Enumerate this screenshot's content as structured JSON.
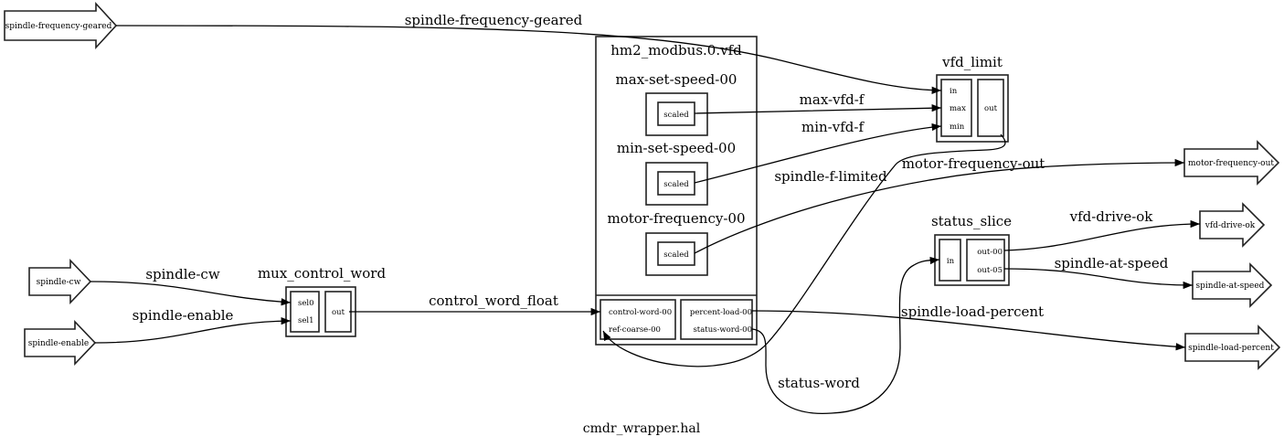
{
  "graph_title": "cmdr_wrapper.hal",
  "input_signals": [
    {
      "label": "spindle-frequency-geared"
    },
    {
      "label": "spindle-cw"
    },
    {
      "label": "spindle-enable"
    }
  ],
  "output_signals": [
    {
      "label": "motor-frequency-out"
    },
    {
      "label": "vfd-drive-ok"
    },
    {
      "label": "spindle-at-speed"
    },
    {
      "label": "spindle-load-percent"
    }
  ],
  "components": {
    "mux": {
      "title": "mux_control_word",
      "inputs": [
        "sel0",
        "sel1"
      ],
      "outputs": [
        "out"
      ]
    },
    "vfd": {
      "title": "hm2_modbus.0.vfd",
      "subgroups": [
        {
          "title": "max-set-speed-00",
          "pin": "scaled"
        },
        {
          "title": "min-set-speed-00",
          "pin": "scaled"
        },
        {
          "title": "motor-frequency-00",
          "pin": "scaled"
        }
      ],
      "inputs": [
        "control-word-00",
        "ref-coarse-00"
      ],
      "outputs": [
        "percent-load-00",
        "status-word-00"
      ]
    },
    "limit": {
      "title": "vfd_limit",
      "inputs": [
        "in",
        "max",
        "min"
      ],
      "outputs": [
        "out"
      ]
    },
    "slice": {
      "title": "status_slice",
      "inputs": [
        "in"
      ],
      "outputs": [
        "out-00",
        "out-05"
      ]
    }
  },
  "edges": [
    {
      "label": "spindle-frequency-geared"
    },
    {
      "label": "max-vfd-f"
    },
    {
      "label": "min-vfd-f"
    },
    {
      "label": "motor-frequency-out"
    },
    {
      "label": "spindle-f-limited"
    },
    {
      "label": "spindle-cw"
    },
    {
      "label": "spindle-enable"
    },
    {
      "label": "control_word_float"
    },
    {
      "label": "vfd-drive-ok"
    },
    {
      "label": "spindle-at-speed"
    },
    {
      "label": "spindle-load-percent"
    },
    {
      "label": "status-word"
    }
  ]
}
